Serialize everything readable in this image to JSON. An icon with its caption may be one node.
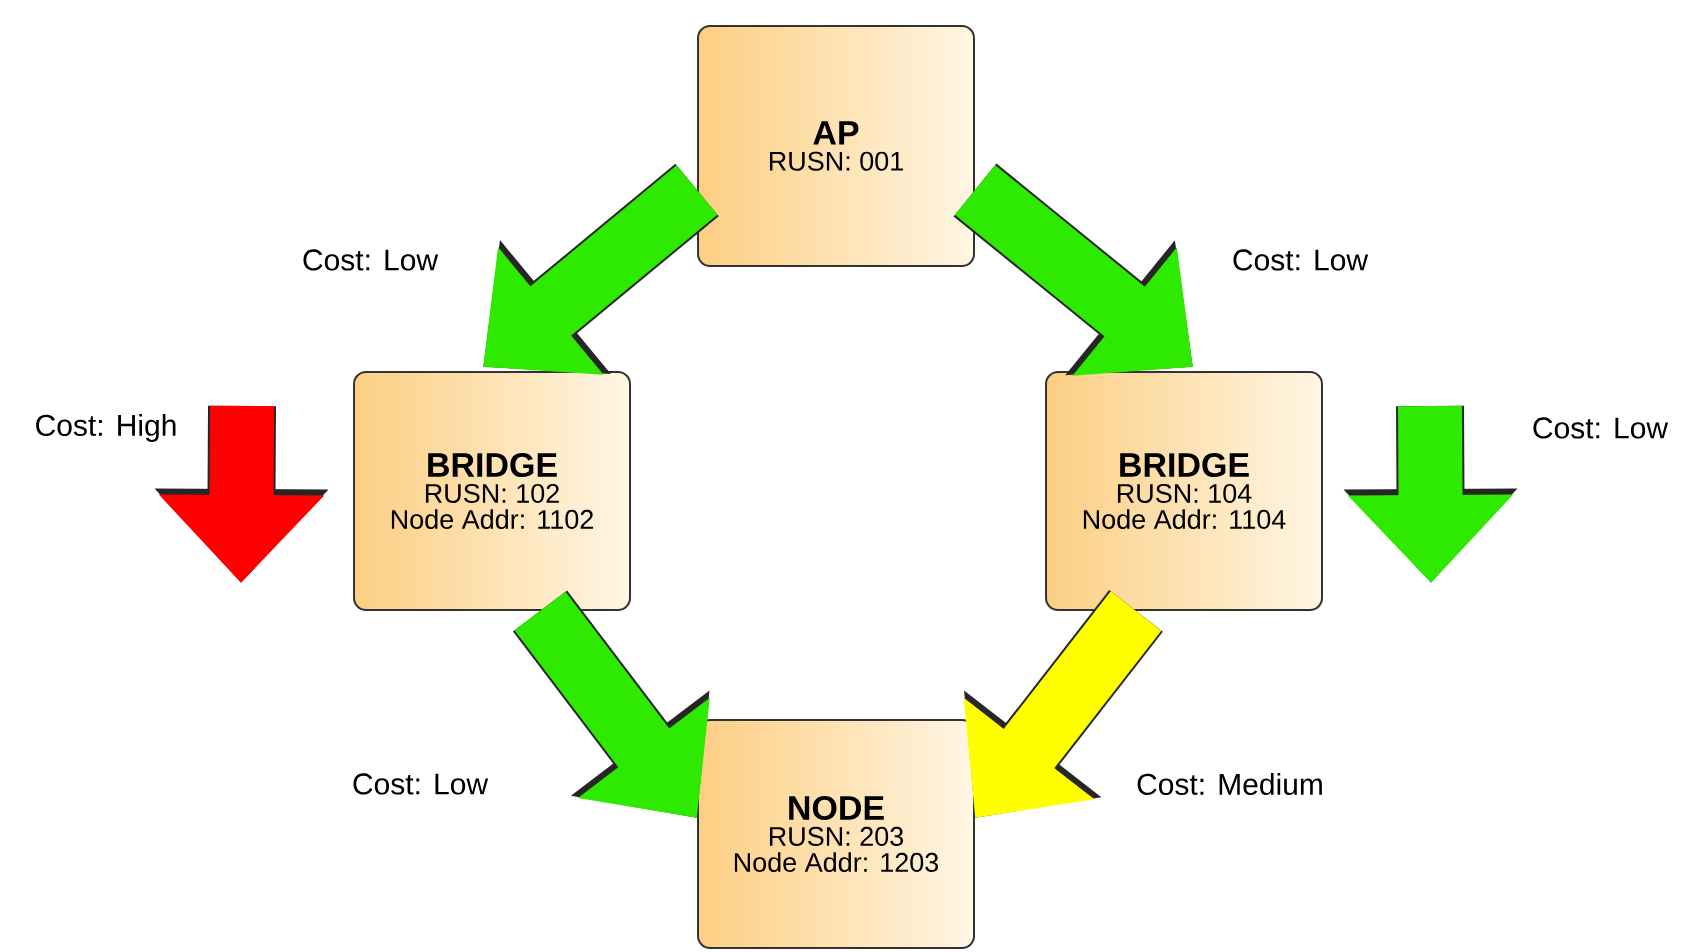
{
  "diagram": {
    "nodes": [
      {
        "text": [
          "AP",
          "RUSN: 001"
        ]
      },
      {
        "text": [
          "BRIDGE",
          "RUSN: 102",
          "Node Addr: 1102"
        ]
      },
      {
        "text": [
          "BRIDGE",
          "RUSN: 104",
          "Node Addr: 1104"
        ]
      },
      {
        "text": [
          "NODE",
          "RUSN: 203",
          "Node Addr: 1203"
        ]
      }
    ],
    "edges": [
      {
        "from": 0,
        "to": 1,
        "arrow": "to",
        "label": "Cost: Low"
      },
      {
        "from": 0,
        "to": 2,
        "arrow": "to",
        "label": "Cost: Low"
      },
      {
        "from": null,
        "to": 1,
        "arrow": "to",
        "label": "Cost: High",
        "color": "#ff0000"
      },
      {
        "from": null,
        "to": 2,
        "arrow": "to",
        "label": "Cost: Low"
      },
      {
        "from": 1,
        "to": 3,
        "arrow": "to",
        "label": "Cost: Low"
      },
      {
        "from": 2,
        "to": 3,
        "arrow": "to",
        "label": "Cost: Medium",
        "color": "#ffff00"
      }
    ]
  }
}
